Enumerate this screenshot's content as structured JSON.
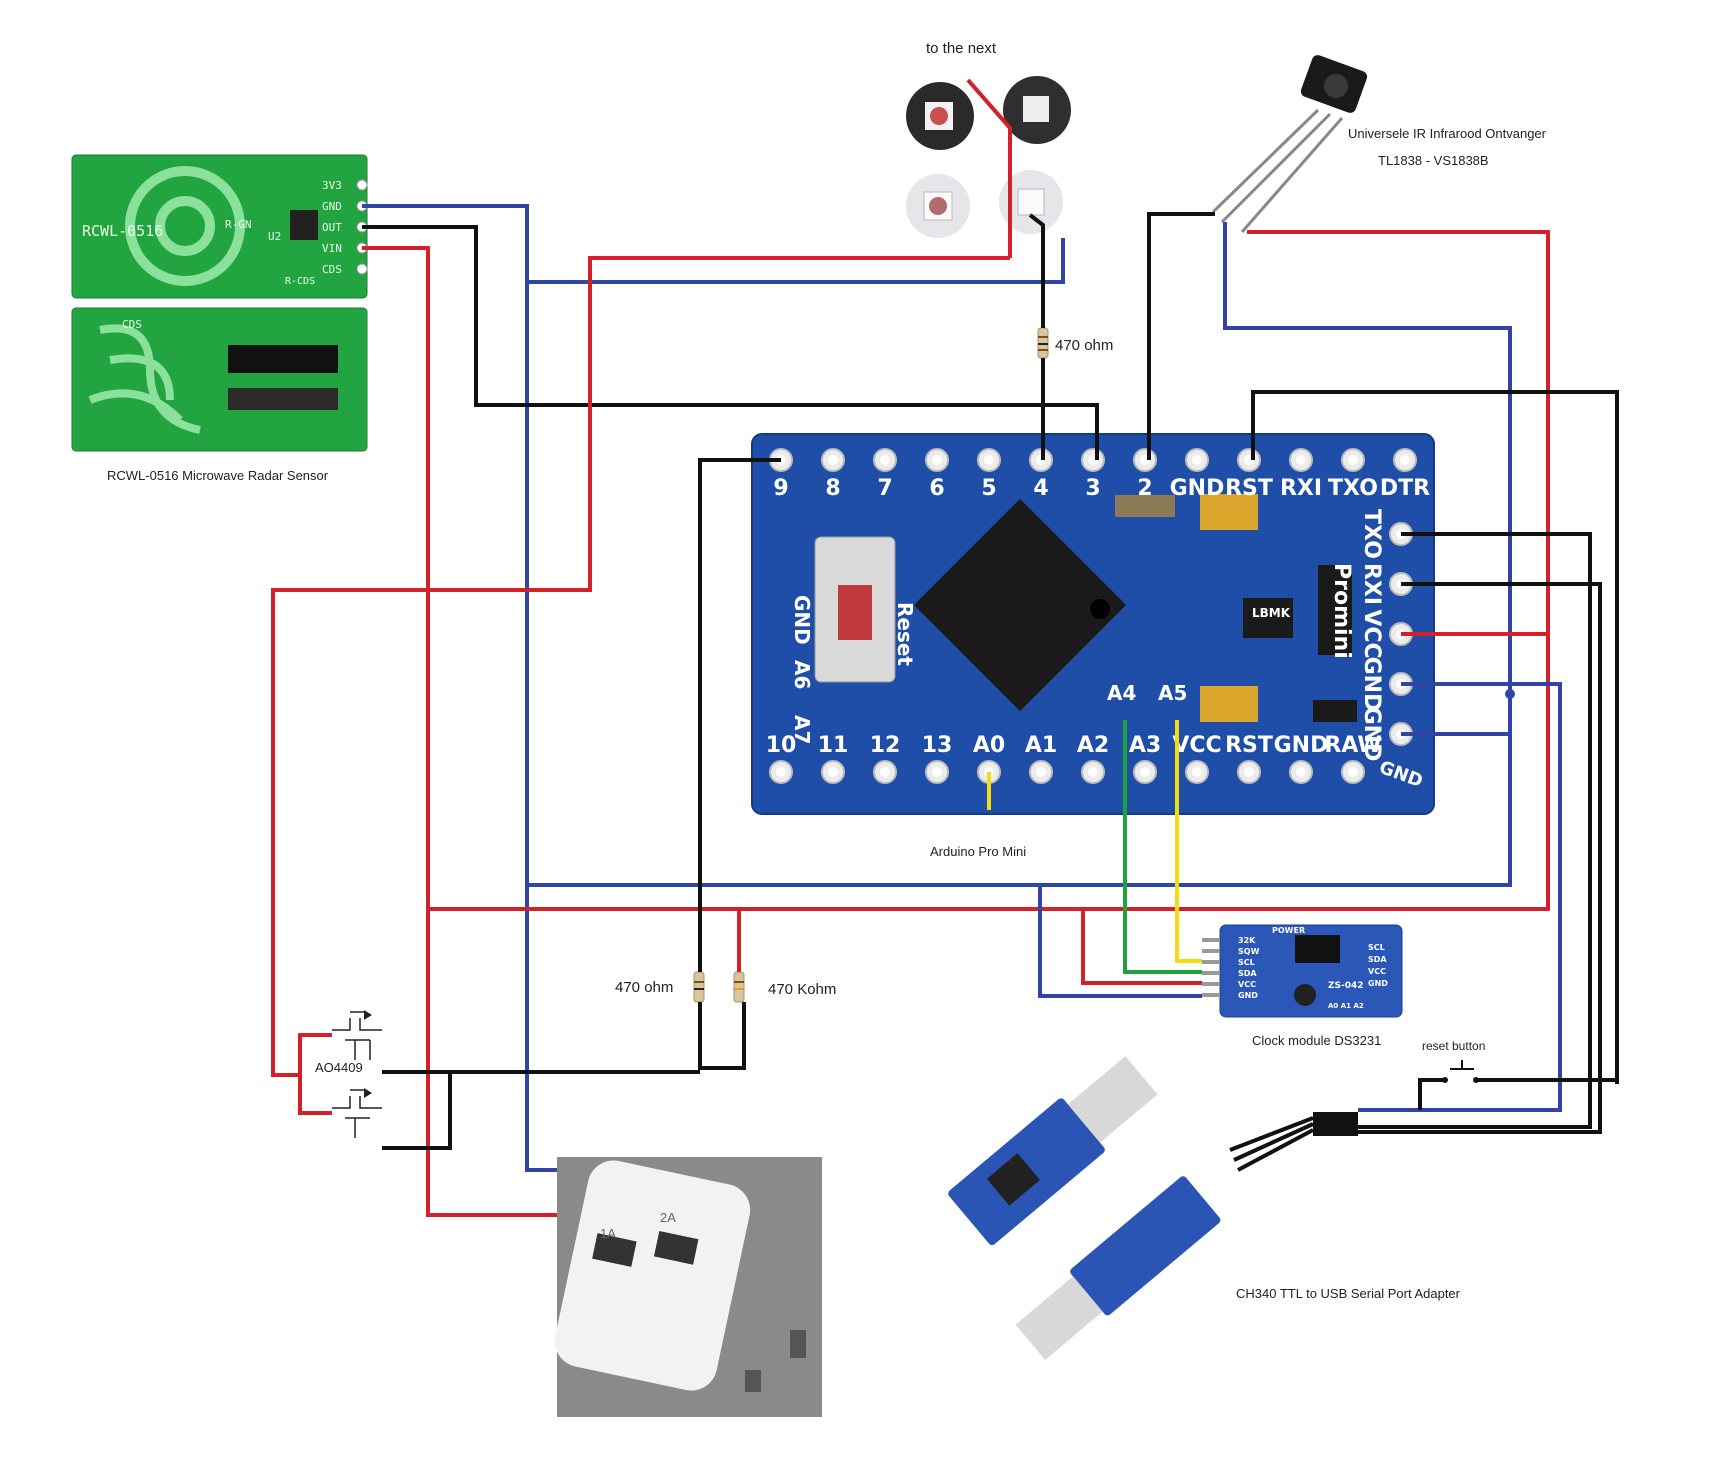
{
  "labels": {
    "to_next": "to the next",
    "radar": "RCWL-0516 Microwave Radar Sensor",
    "ir_title": "Universele IR Infrarood Ontvanger",
    "ir_models": "TL1838  -  VS1838B",
    "res_top": "470 ohm",
    "arduino": "Arduino Pro Mini",
    "res_a": "470 ohm",
    "res_b": "470 Kohm",
    "mosfet": "AO4409",
    "clock": "Clock module DS3231",
    "reset": "reset button",
    "ch340": "CH340 TTL to USB Serial Port Adapter"
  },
  "radar_pins": [
    "3V3",
    "GND",
    "OUT",
    "VIN",
    "CDS"
  ],
  "radar_silk": {
    "board": "RCWL-0516",
    "cds": "CDS",
    "rcds": "R-CDS",
    "rgn": "R-GN",
    "u2": "U2"
  },
  "arduino_top_pins": [
    "9",
    "8",
    "7",
    "6",
    "5",
    "4",
    "3",
    "2",
    "GND",
    "RST",
    "RXI",
    "TXO",
    "DTR"
  ],
  "arduino_bottom_pins": [
    "10",
    "11",
    "12",
    "13",
    "A0",
    "A1",
    "A2",
    "A3",
    "VCC",
    "RST",
    "GND",
    "RAW"
  ],
  "arduino_right_pins": [
    "TXO",
    "RXI",
    "VCC",
    "GND",
    "GND"
  ],
  "arduino_misc": {
    "a4": "A4",
    "a5": "A5",
    "gnd_left": "GND",
    "a6": "A6",
    "a7": "A7",
    "reset": "Reset",
    "promini": "Promini",
    "lbmk": "LBMK",
    "gnd_corner": "GND"
  },
  "clock_pins": [
    "32K",
    "SQW",
    "SCL",
    "SDA",
    "VCC",
    "GND"
  ],
  "clock_right_pins": [
    "SCL",
    "SDA",
    "VCC",
    "GND"
  ],
  "clock_misc": {
    "power": "POWER",
    "model": "ZS-042",
    "addr": "A0 A1 A2"
  },
  "charger": {
    "port1": "1A",
    "port2": "2A"
  },
  "colors": {
    "red": "#d42028",
    "blue": "#3344a8",
    "black": "#111111",
    "green": "#1ea33a",
    "yellow": "#f2dc14",
    "arduino_pcb": "#1f4ea8",
    "radar_pcb": "#22a540",
    "clock_pcb": "#2a57b8"
  }
}
